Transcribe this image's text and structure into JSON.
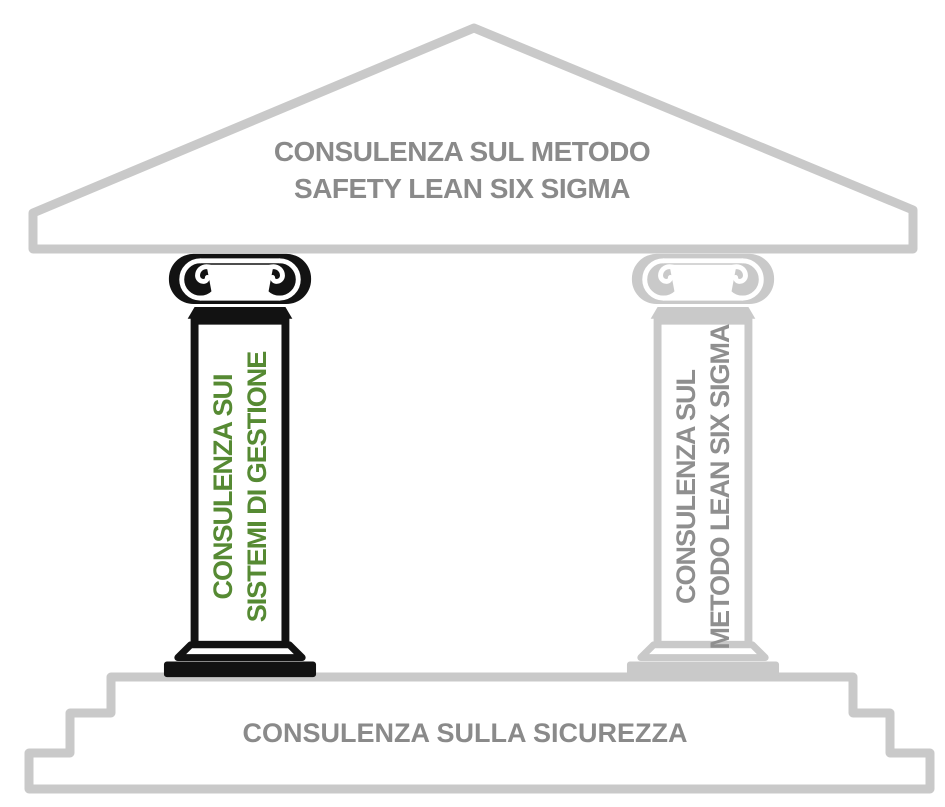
{
  "pediment": {
    "line1": "CONSULENZA SUL METODO",
    "line2": "SAFETY LEAN SIX SIGMA"
  },
  "columns": {
    "left": {
      "line1": "CONSULENZA SUI",
      "line2": "SISTEMI DI GESTIONE",
      "column_color": "#121212",
      "text_color": "#568a33"
    },
    "right": {
      "line1": "CONSULENZA SUL",
      "line2": "METODO LEAN SIX SIGMA",
      "column_color": "#c9c9c9",
      "text_color": "#8f8f8f"
    }
  },
  "base": {
    "label": "CONSULENZA SULLA SICUREZZA"
  },
  "colors": {
    "background": "#ffffff",
    "outline_gray": "#c9c9c9",
    "heading_text_gray": "#8a8a8a"
  }
}
